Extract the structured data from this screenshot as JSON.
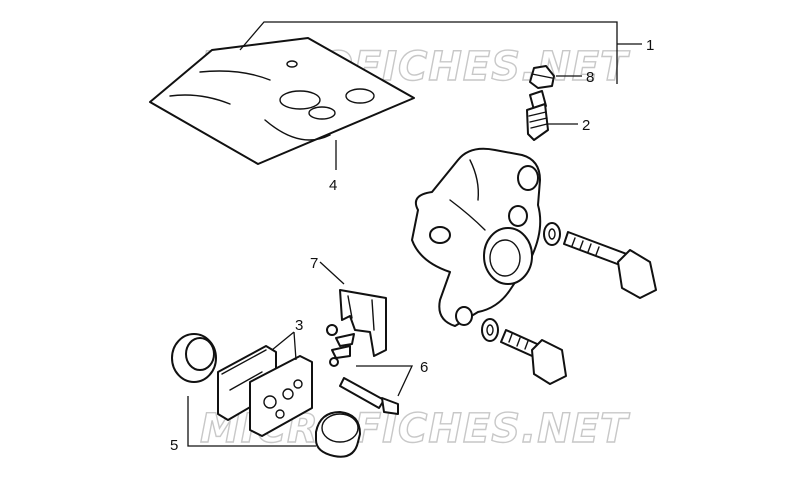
{
  "watermark": "MICROFICHES.NET",
  "callouts": [
    "1",
    "2",
    "3",
    "4",
    "5",
    "6",
    "7",
    "8"
  ],
  "colors": {
    "line": "#111111",
    "watermark": "#c8c8c8",
    "background": "#ffffff"
  }
}
